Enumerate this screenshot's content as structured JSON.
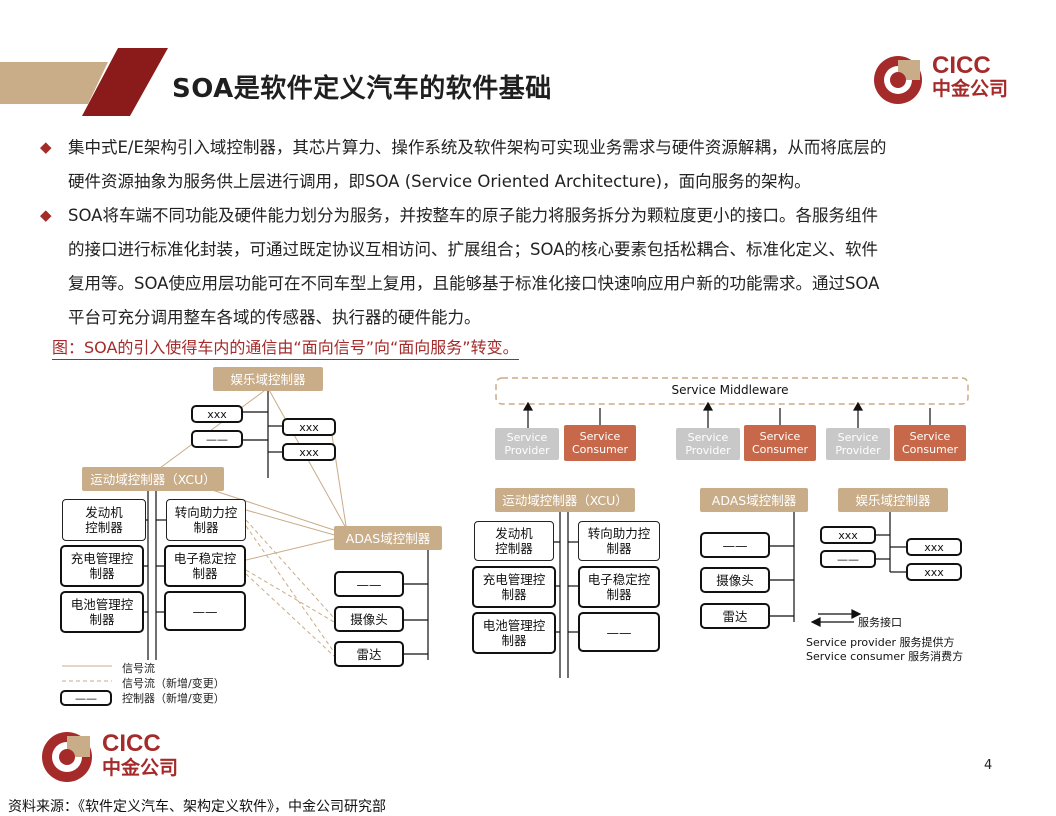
{
  "header": {
    "title": "SOA是软件定义汽车的软件基础",
    "logo_en": "CICC",
    "logo_cn": "中金公司",
    "colors": {
      "brand_red": "#a52a2a",
      "accent_tan": "#c9ac88",
      "consumer_red": "#c8684a",
      "provider_grey": "#c8c8c8"
    }
  },
  "bullets": [
    {
      "icon": "diamond-bullet-icon",
      "lines": [
        "集中式E/E架构引入域控制器，其芯片算力、操作系统及软件架构可实现业务需求与硬件资源解耦，从而将底层的",
        "硬件资源抽象为服务供上层进行调用，即SOA (Service Oriented Architecture)，面向服务的架构。"
      ]
    },
    {
      "icon": "diamond-bullet-icon",
      "lines": [
        "SOA将车端不同功能及硬件能力划分为服务，并按整车的原子能力将服务拆分为颗粒度更小的接口。各服务组件",
        "的接口进行标准化封装，可通过既定协议互相访问、扩展组合；SOA的核心要素包括松耦合、标准化定义、软件",
        "复用等。SOA使应用层功能可在不同车型上复用，且能够基于标准化接口快速响应用户新的功能需求。通过SOA",
        "平台可充分调用整车各域的传感器、执行器的硬件能力。"
      ]
    }
  ],
  "figure_caption": "图：SOA的引入使得车内的通信由“面向信号”向“面向服务”转变。",
  "left_diagram": {
    "entertainment_controller": "娱乐域控制器",
    "motion_controller": "运动域控制器（XCU）",
    "adas_controller": "ADAS域控制器",
    "xxx": "xxx",
    "blank": "——",
    "engine": [
      "发动机",
      "控制器"
    ],
    "steering": [
      "转向助力控",
      "制器"
    ],
    "charging": [
      "充电管理控",
      "制器"
    ],
    "esc": [
      "电子稳定控",
      "制器"
    ],
    "battery": [
      "电池管理控",
      "制器"
    ],
    "camera": "摄像头",
    "radar": "雷达",
    "legend": {
      "signal_flow": "信号流",
      "signal_flow_new": "信号流（新增/变更）",
      "controller_new": "控制器（新增/变更）"
    }
  },
  "right_diagram": {
    "middleware": "Service  Middleware",
    "provider": [
      "Service",
      "Provider"
    ],
    "consumer": [
      "Service",
      "Consumer"
    ],
    "motion_controller": "运动域控制器（XCU）",
    "adas_controller": "ADAS域控制器",
    "entertainment_controller": "娱乐域控制器",
    "engine": [
      "发动机",
      "控制器"
    ],
    "steering": [
      "转向助力控",
      "制器"
    ],
    "charging": [
      "充电管理控",
      "制器"
    ],
    "esc": [
      "电子稳定控",
      "制器"
    ],
    "battery": [
      "电池管理控",
      "制器"
    ],
    "blank": "——",
    "camera": "摄像头",
    "radar": "雷达",
    "xxx": "xxx",
    "legend": {
      "service_interface": "服务接口",
      "provider_note": "Service provider 服务提供方",
      "consumer_note": "Service consumer 服务消费方"
    }
  },
  "footer": {
    "page_number": "4",
    "source": "资料来源：《软件定义汽车、架构定义软件》，中金公司研究部",
    "logo_en": "CICC",
    "logo_cn": "中金公司"
  }
}
